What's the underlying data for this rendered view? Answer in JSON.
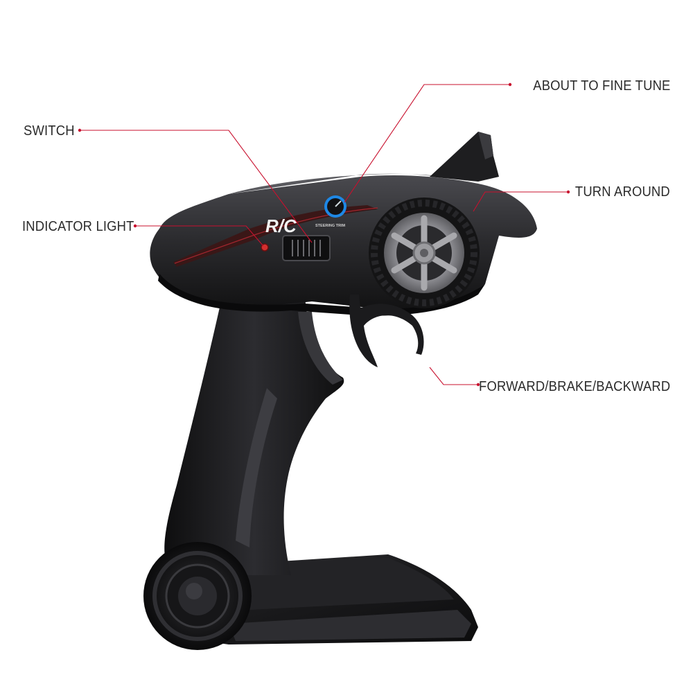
{
  "callouts": {
    "switch": "SWITCH",
    "indicator_light": "INDICATOR LIGHT",
    "fine_tune": "ABOUT TO FINE TUNE",
    "turn_around": "TURN AROUND",
    "forward_brake_backward": "FORWARD/BRAKE/BACKWARD"
  },
  "device_labels": {
    "logo": "R/C",
    "trim": "STEERING TRIM"
  },
  "colors": {
    "leader_line": "#c8102e",
    "body": "#1c1c1e",
    "wheel_rim": "#8c8c90",
    "trim_knob": "#1e88e5",
    "indicator": "#d32f2f"
  }
}
